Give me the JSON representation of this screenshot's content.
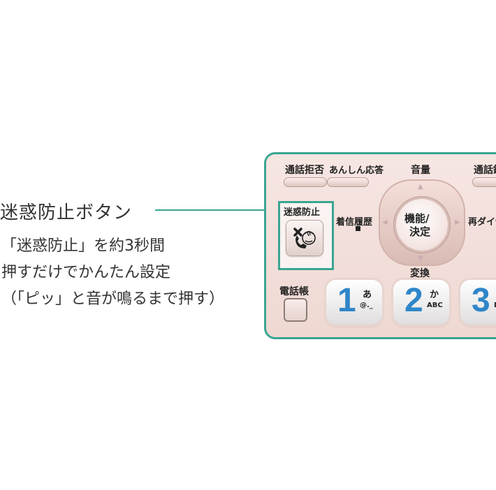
{
  "caption": {
    "title": "迷惑防止ボタン",
    "lines": [
      "「迷惑防止」を約3秒間",
      "押すだけでかんたん設定",
      "（「ピッ」と音が鳴るまで押す）"
    ]
  },
  "panel": {
    "label_call_reject": "通話拒否",
    "label_anshin": "あんしん応答",
    "label_volume": "音量",
    "label_record": "通話録",
    "label_meiwaku": "迷惑防止",
    "label_history": "着信履歴",
    "center_key_line1": "機能/",
    "center_key_line2": "決定",
    "label_redial": "再ダイヤ",
    "label_convert": "変換",
    "label_phonebook": "電話帳",
    "keys": [
      {
        "digit": "1",
        "kana": "あ",
        "sub": "@._"
      },
      {
        "digit": "2",
        "kana": "か",
        "sub": "ABC"
      },
      {
        "digit": "3",
        "kana": "",
        "sub": "D"
      }
    ]
  },
  "colors": {
    "accent_teal": "#3aa592",
    "digit_blue": "#2f86c9",
    "panel_pink": "#f2ddd8"
  },
  "icons": {
    "meiwaku_button": "blocked-phone-icon",
    "dpad_arrows": "triangle-arrows-icon"
  }
}
